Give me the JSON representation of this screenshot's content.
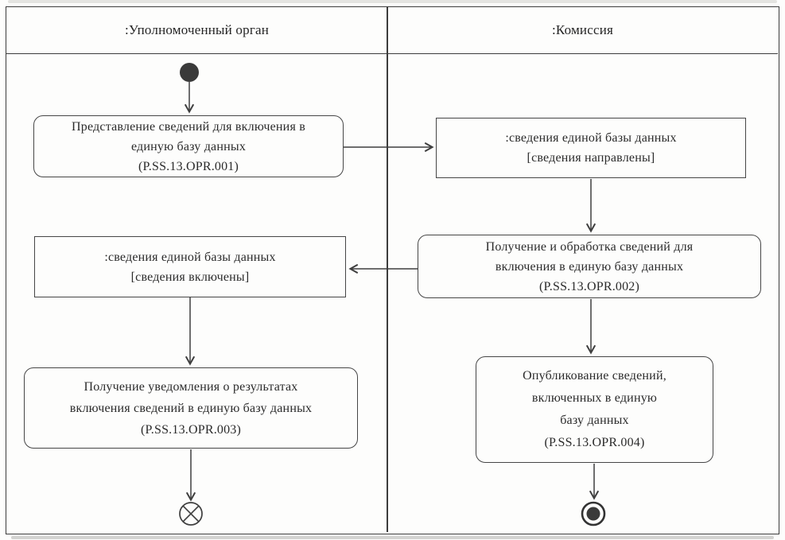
{
  "diagram": {
    "kind": "uml-activity-swimlane",
    "colors": {
      "line": "#3f3f3f",
      "text": "#2b2b2b",
      "background": "#fdfdfc"
    },
    "lanes": [
      {
        "title": ":Уполномоченный орган"
      },
      {
        "title": ":Комиссия"
      }
    ],
    "nodes": {
      "initial": {
        "icon": "filled-circle"
      },
      "action1": {
        "lines": [
          "Представление сведений для включения в",
          "единую базу данных",
          "(P.SS.13.OPR.001)"
        ]
      },
      "object1": {
        "lines": [
          ":сведения единой базы данных",
          "[сведения направлены]"
        ]
      },
      "action2": {
        "lines": [
          "Получение и обработка сведений для",
          "включения в единую базу данных",
          "(P.SS.13.OPR.002)"
        ]
      },
      "object2": {
        "lines": [
          ":сведения единой базы данных",
          "[сведения включены]"
        ]
      },
      "action3": {
        "lines": [
          "Получение уведомления о результатах",
          "включения сведений в единую базу данных",
          "(P.SS.13.OPR.003)"
        ]
      },
      "action4": {
        "lines": [
          "Опубликование сведений,",
          "включенных в единую",
          "базу данных",
          "(P.SS.13.OPR.004)"
        ]
      },
      "flow_final": {
        "icon": "circle-with-x"
      },
      "activity_final": {
        "icon": "filled-circle-with-ring"
      }
    }
  }
}
